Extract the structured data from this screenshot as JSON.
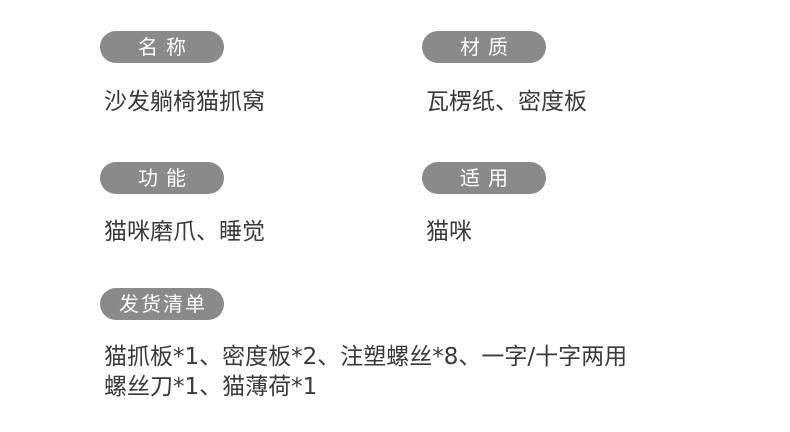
{
  "specs": [
    {
      "label": "名称",
      "value": "沙发躺椅猫抓窝"
    },
    {
      "label": "材质",
      "value": "瓦楞纸、密度板"
    },
    {
      "label": "功能",
      "value": "猫咪磨爪、睡觉"
    },
    {
      "label": "适用",
      "value": "猫咪"
    }
  ],
  "shipping": {
    "label": "发货清单",
    "lines": [
      "猫抓板*1、密度板*2、注塑螺丝*8、一字/十字两用",
      "螺丝刀*1、猫薄荷*1"
    ]
  },
  "colors": {
    "badge_bg": "#8a8a8a",
    "badge_text": "#ffffff",
    "value_text": "#3a3a3a"
  }
}
